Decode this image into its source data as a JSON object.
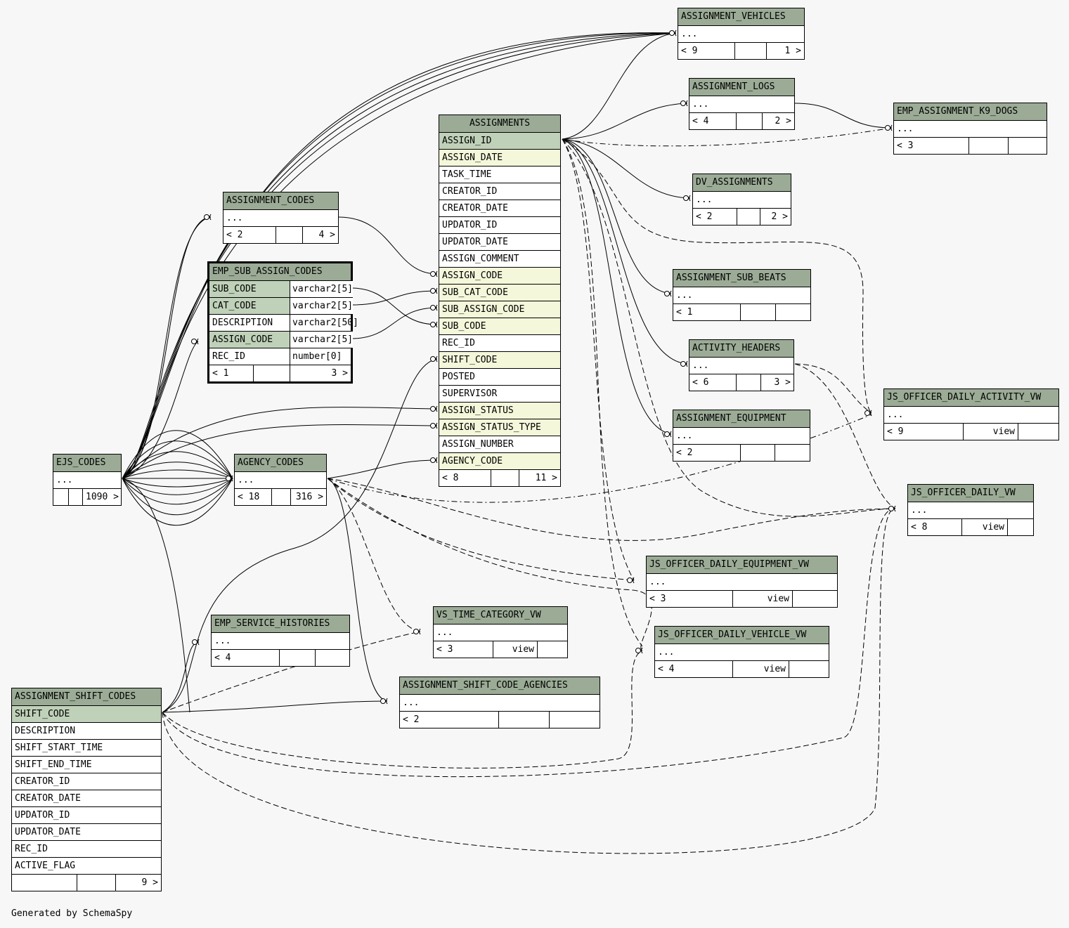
{
  "footer_text": "Generated by SchemaSpy",
  "tables": {
    "assignment_vehicles": {
      "name": "ASSIGNMENT_VEHICLES",
      "placeholder": "...",
      "parents": "< 9",
      "children": "1 >"
    },
    "assignment_logs": {
      "name": "ASSIGNMENT_LOGS",
      "placeholder": "...",
      "parents": "< 4",
      "children": "2 >"
    },
    "emp_assignment_k9_dogs": {
      "name": "EMP_ASSIGNMENT_K9_DOGS",
      "placeholder": "...",
      "parents": "< 3",
      "children": ""
    },
    "assignments": {
      "name": "ASSIGNMENTS",
      "columns": [
        "ASSIGN_ID",
        "ASSIGN_DATE",
        "TASK_TIME",
        "CREATOR_ID",
        "CREATOR_DATE",
        "UPDATOR_ID",
        "UPDATOR_DATE",
        "ASSIGN_COMMENT",
        "ASSIGN_CODE",
        "SUB_CAT_CODE",
        "SUB_ASSIGN_CODE",
        "SUB_CODE",
        "REC_ID",
        "SHIFT_CODE",
        "POSTED",
        "SUPERVISOR",
        "ASSIGN_STATUS",
        "ASSIGN_STATUS_TYPE",
        "ASSIGN_NUMBER",
        "AGENCY_CODE"
      ],
      "parents": "< 8",
      "children": "11 >"
    },
    "dv_assignments": {
      "name": "DV_ASSIGNMENTS",
      "placeholder": "...",
      "parents": "< 2",
      "children": "2 >"
    },
    "assignment_codes": {
      "name": "ASSIGNMENT_CODES",
      "placeholder": "...",
      "parents": "< 2",
      "children": "4 >"
    },
    "emp_sub_assign_codes": {
      "name": "EMP_SUB_ASSIGN_CODES",
      "columns": [
        {
          "name": "SUB_CODE",
          "type": "varchar2[5]"
        },
        {
          "name": "CAT_CODE",
          "type": "varchar2[5]"
        },
        {
          "name": "DESCRIPTION",
          "type": "varchar2[50]"
        },
        {
          "name": "ASSIGN_CODE",
          "type": "varchar2[5]"
        },
        {
          "name": "REC_ID",
          "type": "number[0]"
        }
      ],
      "parents": "< 1",
      "children": "3 >"
    },
    "assignment_sub_beats": {
      "name": "ASSIGNMENT_SUB_BEATS",
      "placeholder": "...",
      "parents": "< 1",
      "children": ""
    },
    "activity_headers": {
      "name": "ACTIVITY_HEADERS",
      "placeholder": "...",
      "parents": "< 6",
      "children": "3 >"
    },
    "js_officer_daily_activity_vw": {
      "name": "JS_OFFICER_DAILY_ACTIVITY_VW",
      "placeholder": "...",
      "parents": "< 9",
      "children": "view"
    },
    "assignment_equipment": {
      "name": "ASSIGNMENT_EQUIPMENT",
      "placeholder": "...",
      "parents": "< 2",
      "children": ""
    },
    "ejs_codes": {
      "name": "EJS_CODES",
      "placeholder": "...",
      "parents": "",
      "children": "1090 >"
    },
    "agency_codes": {
      "name": "AGENCY_CODES",
      "placeholder": "...",
      "parents": "< 18",
      "children": "316 >"
    },
    "js_officer_daily_vw": {
      "name": "JS_OFFICER_DAILY_VW",
      "placeholder": "...",
      "parents": "< 8",
      "children": "view"
    },
    "js_officer_daily_equipment_vw": {
      "name": "JS_OFFICER_DAILY_EQUIPMENT_VW",
      "placeholder": "...",
      "parents": "< 3",
      "children": "view"
    },
    "emp_service_histories": {
      "name": "EMP_SERVICE_HISTORIES",
      "placeholder": "...",
      "parents": "< 4",
      "children": ""
    },
    "vs_time_category_vw": {
      "name": "VS_TIME_CATEGORY_VW",
      "placeholder": "...",
      "parents": "< 3",
      "children": "view"
    },
    "js_officer_daily_vehicle_vw": {
      "name": "JS_OFFICER_DAILY_VEHICLE_VW",
      "placeholder": "...",
      "parents": "< 4",
      "children": "view"
    },
    "assignment_shift_codes": {
      "name": "ASSIGNMENT_SHIFT_CODES",
      "columns": [
        "SHIFT_CODE",
        "DESCRIPTION",
        "SHIFT_START_TIME",
        "SHIFT_END_TIME",
        "CREATOR_ID",
        "CREATOR_DATE",
        "UPDATOR_ID",
        "UPDATOR_DATE",
        "REC_ID",
        "ACTIVE_FLAG"
      ],
      "parents": "",
      "children": "9 >"
    },
    "assignment_shift_code_agencies": {
      "name": "ASSIGNMENT_SHIFT_CODE_AGENCIES",
      "placeholder": "...",
      "parents": "< 2",
      "children": ""
    }
  }
}
